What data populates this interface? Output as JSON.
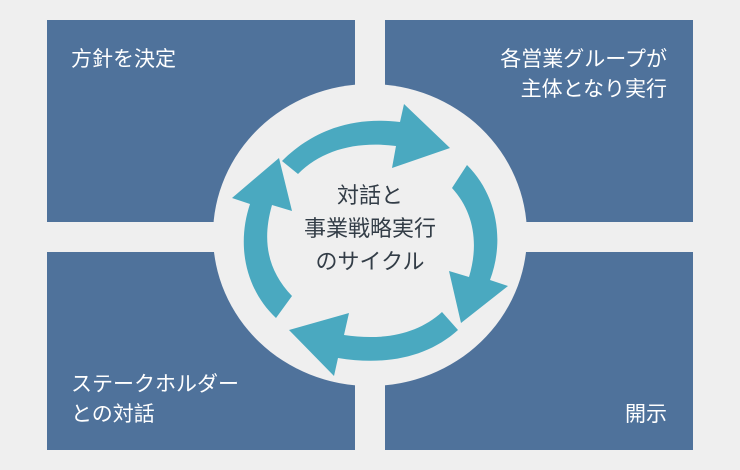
{
  "quadrants": {
    "top_left": "方針を決定",
    "top_right": "各営業グループが\n主体となり実行",
    "bottom_left": "ステークホルダー\nとの対話",
    "bottom_right": "開示"
  },
  "center": {
    "text": "対話と\n事業戦略実行\nのサイクル"
  },
  "colors": {
    "quadrant_fill": "#4f729b",
    "background": "#efefef",
    "arrow": "#4aa9c0",
    "center_text": "#333d47"
  }
}
